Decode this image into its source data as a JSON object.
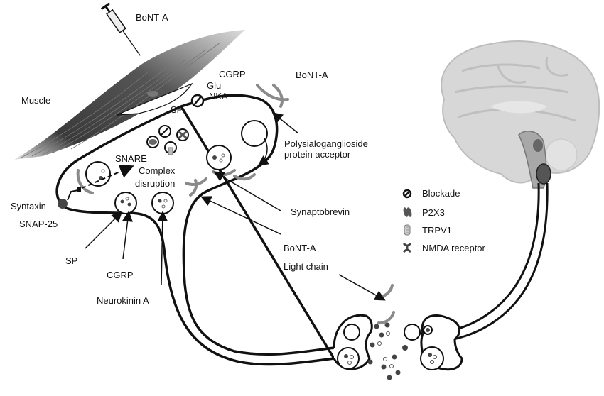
{
  "title": "BoNT-A mechanism of action on sensory nerve terminal",
  "labels": {
    "bont_top": "BoNT-A",
    "muscle": "Muscle",
    "cgrp_top": "CGRP",
    "glu": "Glu",
    "nka": "NKA",
    "sp_top": "SP",
    "bont_right": "BoNT-A",
    "polysialo_line1": "Polysialoganglioside",
    "polysialo_line2": "protein acceptor",
    "snare": "SNARE",
    "complex": "Complex",
    "disruption": "disruption",
    "syntaxin": "Syntaxin",
    "snap25": "SNAP-25",
    "synaptobrevin": "Synaptobrevin",
    "sp_bottom": "SP",
    "cgrp_bottom": "CGRP",
    "neurokinin": "Neurokinin A",
    "bont_lc_line1": "BoNT-A",
    "bont_lc_line2": "Light chain"
  },
  "legend": [
    {
      "icon": "blockade-icon",
      "label": "Blockade"
    },
    {
      "icon": "p2x3-icon",
      "label": "P2X3"
    },
    {
      "icon": "trpv1-icon",
      "label": "TRPV1"
    },
    {
      "icon": "nmda-receptor-icon",
      "label": "NMDA receptor"
    }
  ],
  "colors": {
    "outline": "#111111",
    "toxin_gray": "#8a8a8a",
    "dark_dot": "#444444",
    "brain": "#d4d4d4"
  }
}
